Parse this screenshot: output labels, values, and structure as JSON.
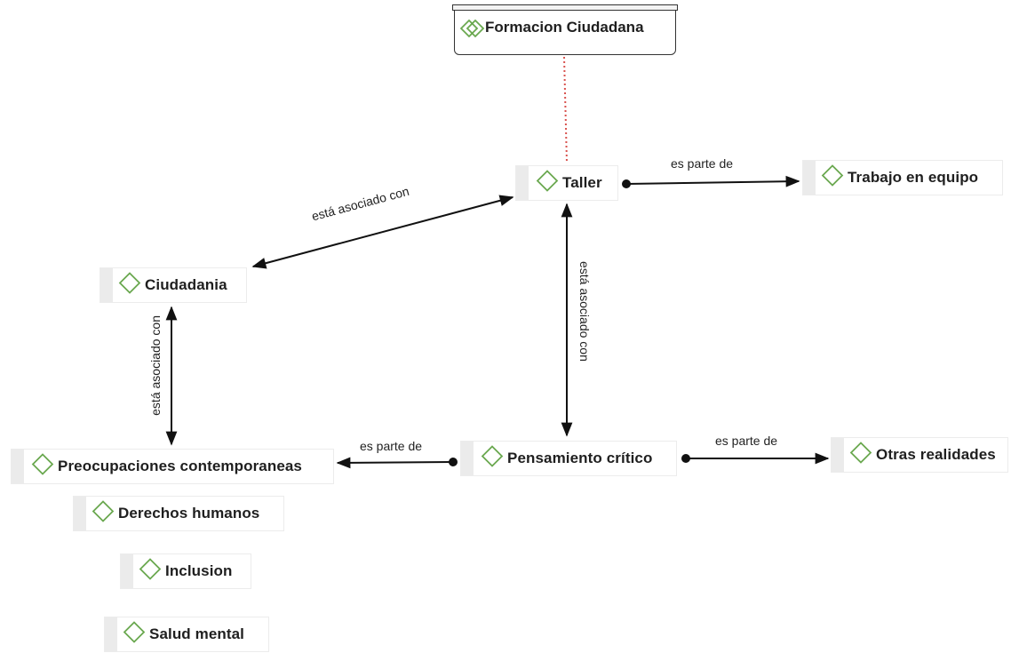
{
  "diagram": {
    "root": {
      "label": "Formacion Ciudadana",
      "icon": "double-diamond-icon"
    },
    "nodes": {
      "taller": "Taller",
      "trabajo": "Trabajo en equipo",
      "ciudadania": "Ciudadania",
      "preocupaciones": "Preocupaciones contemporaneas",
      "pensamiento": "Pensamiento crítico",
      "otras": "Otras realidades",
      "derechos": "Derechos humanos",
      "inclusion": "Inclusion",
      "salud": "Salud mental"
    },
    "edge_labels": {
      "taller_trabajo": "es parte de",
      "ciudadania_taller": "está asociado con",
      "taller_pensamiento": "está asociado con",
      "ciudadania_preocupaciones": "está asociado con",
      "pensamiento_preocupaciones": "es parte de",
      "pensamiento_otras": "es parte de"
    },
    "node_icon": "diamond-icon",
    "colors": {
      "diamond": "#6aa84f",
      "root_link": "#d9534f",
      "edge": "#111111"
    }
  }
}
